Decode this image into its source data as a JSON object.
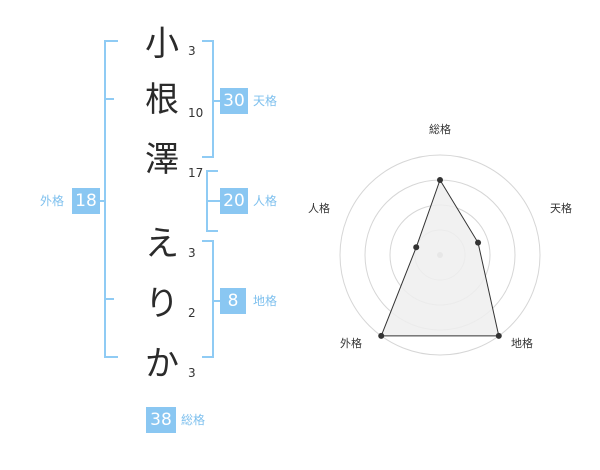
{
  "name": {
    "chars": [
      {
        "char": "小",
        "strokes": "3"
      },
      {
        "char": "根",
        "strokes": "10"
      },
      {
        "char": "澤",
        "strokes": "17"
      },
      {
        "char": "え",
        "strokes": "3"
      },
      {
        "char": "り",
        "strokes": "2"
      },
      {
        "char": "か",
        "strokes": "3"
      }
    ]
  },
  "fortunes": {
    "tenkaku": {
      "value": "30",
      "label": "天格"
    },
    "jinkaku": {
      "value": "20",
      "label": "人格"
    },
    "chikaku": {
      "value": "8",
      "label": "地格"
    },
    "gaikaku": {
      "value": "18",
      "label": "外格"
    },
    "soukaku": {
      "value": "38",
      "label": "総格"
    }
  },
  "chart_data": {
    "type": "radar",
    "axes": [
      "総格",
      "天格",
      "地格",
      "外格",
      "人格"
    ],
    "values": [
      0.75,
      0.4,
      1.0,
      1.0,
      0.25
    ],
    "rings": 4,
    "colors": {
      "line": "#333333",
      "fill": "#eeeeee",
      "ring": "#d6d6d6",
      "point": "#333333"
    }
  },
  "colors": {
    "accent": "#8ac7f2",
    "bracket": "#8fcbf4"
  }
}
